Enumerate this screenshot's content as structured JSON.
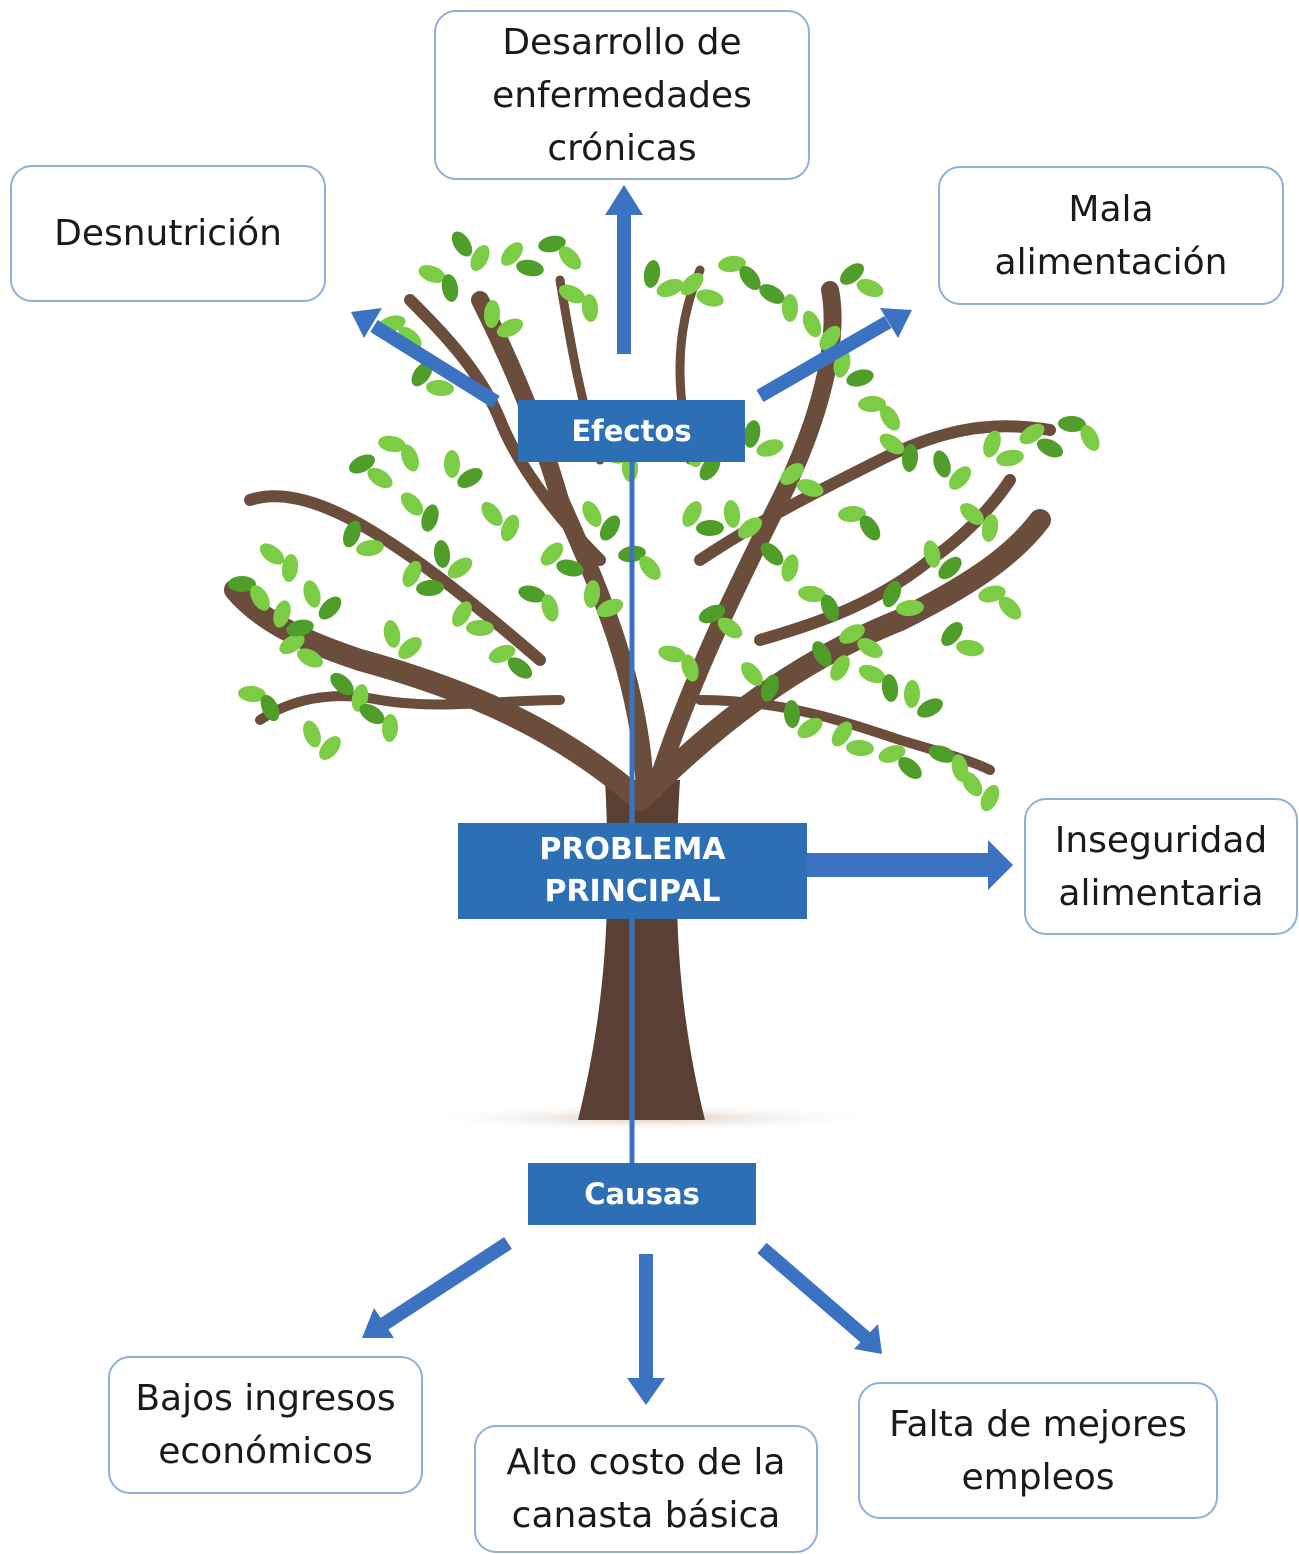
{
  "labels": {
    "effects": "Efectos",
    "problem": "PROBLEMA\nPRINCIPAL",
    "causes": "Causas"
  },
  "effects": {
    "chronic": "Desarrollo de\nenfermedades\ncrónicas",
    "undernutrition": "Desnutrición",
    "bad_diet": "Mala\nalimentación"
  },
  "problem_outcome": "Inseguridad\nalimentaria",
  "causes": {
    "low_income": "Bajos ingresos\neconómicos",
    "high_cost": "Alto costo de la\ncanasta básica",
    "lack_jobs": "Falta de mejores\nempleos"
  },
  "colors": {
    "label_fill": "#2c6fb5",
    "arrow": "#3b73c2",
    "box_border": "#8fb1d8",
    "trunk": "#5a4034",
    "leaf": "#6cbf3a"
  }
}
